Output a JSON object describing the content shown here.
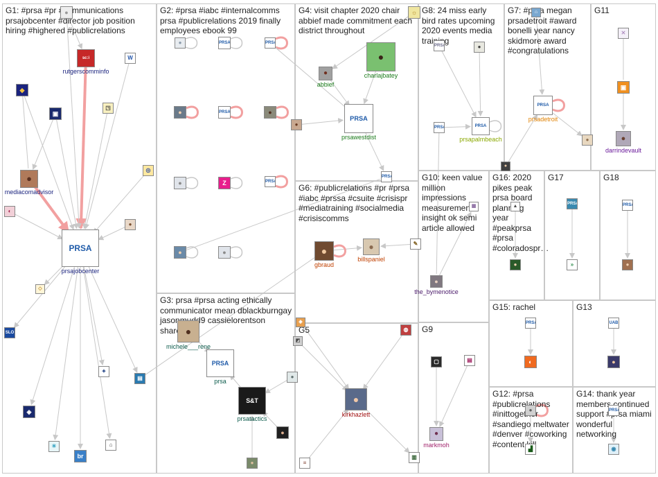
{
  "colors": {
    "edge": "#c8c8c8",
    "edge_strong": "#f2a0a0",
    "box_border": "#c8c8c8",
    "text": "#222222"
  },
  "groups": [
    {
      "id": "G1",
      "label": "G1: #prsa #pr #communications prsajobcenter #director job position hiring #highered #publicrelations"
    },
    {
      "id": "G2",
      "label": "G2: #prsa #iabc #internalcomms prsa #publicrelations 2019 finally employees ebook 99"
    },
    {
      "id": "G4",
      "label": "G4: visit chapter 2020 chair abbief made commitment each district throughout"
    },
    {
      "id": "G8",
      "label": "G8: 24 miss early bird rates upcoming 2020 events media training"
    },
    {
      "id": "G7",
      "label": "G7: #prsa megan prsadetroit #award bonelli year nancy skidmore award #congratulations"
    },
    {
      "id": "G11",
      "label": "G11"
    },
    {
      "id": "G6",
      "label": "G6: #publicrelations #pr #prsa #iabc #prssa #csuite #crisispr #mediatraining #socialmedia #crisiscomms"
    },
    {
      "id": "G10",
      "label": "G10: keen value million impressions measurement insight ok semi article allowed"
    },
    {
      "id": "G16",
      "label": "G16: 2020 pikes peak prsa board planning year #peakprsa #prsa #coloradospr…"
    },
    {
      "id": "G17",
      "label": "G17"
    },
    {
      "id": "G18",
      "label": "G18"
    },
    {
      "id": "G3",
      "label": "G3: prsa #prsa acting ethically communicator mean dblackburngay jasonmudd9 cassielorentson shared"
    },
    {
      "id": "G5",
      "label": "G5"
    },
    {
      "id": "G9",
      "label": "G9"
    },
    {
      "id": "G15",
      "label": "G15: rachel"
    },
    {
      "id": "G13",
      "label": "G13"
    },
    {
      "id": "G12",
      "label": "G12: #prsa #publicrelations #inittogether #sandiego meltwater #denver #coworking #content kill"
    },
    {
      "id": "G14",
      "label": "G14: thank year members continued support #prsa miami wonderful networking"
    }
  ],
  "nodes": [
    {
      "id": "rutgers",
      "label": "rutgerscomminfo",
      "icon": "sc-i-logo",
      "glyph": "sc:i",
      "color": "#1a237e",
      "bg": "#c62828",
      "fg": "#ffffff"
    },
    {
      "id": "mediacom",
      "label": "mediacomadvisor",
      "icon": "person-avatar",
      "glyph": "●",
      "color": "#1a237e",
      "bg": "#b07a5a",
      "fg": "#5a3020"
    },
    {
      "id": "jobcenter",
      "label": "prsajobcenter",
      "icon": "prsa-jobcenter-logo",
      "glyph": "PRSA",
      "color": "#1a237e",
      "bg": "#ffffff",
      "fg": "#1e5aa8"
    },
    {
      "id": "g1a",
      "label": "",
      "icon": "badge-icon",
      "glyph": "◆",
      "color": "",
      "bg": "#1a237e",
      "fg": "#f0c040"
    },
    {
      "id": "g1b",
      "label": "",
      "icon": "person-avatar",
      "glyph": "●",
      "color": "",
      "bg": "#eeeeee",
      "fg": "#999999"
    },
    {
      "id": "g1c",
      "label": "",
      "icon": "logo-icon",
      "glyph": "W",
      "color": "",
      "bg": "#ffffff",
      "fg": "#2255aa"
    },
    {
      "id": "g1d",
      "label": "",
      "icon": "logo-icon",
      "glyph": "▣",
      "color": "",
      "bg": "#1a2a6e",
      "fg": "#ffffff"
    },
    {
      "id": "g1e",
      "label": "",
      "icon": "logo-icon",
      "glyph": "◳",
      "color": "",
      "bg": "#f8f0c0",
      "fg": "#333333"
    },
    {
      "id": "g1f",
      "label": "",
      "icon": "seal-icon",
      "glyph": "◎",
      "color": "",
      "bg": "#ffe8a0",
      "fg": "#3050a0"
    },
    {
      "id": "g1g",
      "label": "",
      "icon": "logo-icon",
      "glyph": "◐",
      "color": "",
      "bg": "#f2d0d8",
      "fg": "#a0204a"
    },
    {
      "id": "g1h",
      "label": "",
      "icon": "person-avatar",
      "glyph": "●",
      "color": "",
      "bg": "#e9d8c8",
      "fg": "#7a5030"
    },
    {
      "id": "g1i",
      "label": "",
      "icon": "logo-icon",
      "glyph": "◇",
      "color": "",
      "bg": "#fff6d8",
      "fg": "#c09030"
    },
    {
      "id": "g1j",
      "label": "",
      "icon": "logo-icon",
      "glyph": "SLO",
      "color": "",
      "bg": "#1a4aa0",
      "fg": "#ffffff"
    },
    {
      "id": "g1k",
      "label": "",
      "icon": "logo-icon",
      "glyph": "✦",
      "color": "",
      "bg": "#ffffff",
      "fg": "#2a4a8a"
    },
    {
      "id": "g1l",
      "label": "",
      "icon": "logo-icon",
      "glyph": "▤",
      "color": "",
      "bg": "#2a7ab0",
      "fg": "#ffffff"
    },
    {
      "id": "g1m",
      "label": "",
      "icon": "logo-icon",
      "glyph": "◈",
      "color": "",
      "bg": "#1a2a6e",
      "fg": "#ffffff"
    },
    {
      "id": "g1n",
      "label": "",
      "icon": "logo-icon",
      "glyph": "☀",
      "color": "",
      "bg": "#e8f6f8",
      "fg": "#30a0c0"
    },
    {
      "id": "g1o",
      "label": "",
      "icon": "logo-icon",
      "glyph": "br",
      "color": "",
      "bg": "#3a80c8",
      "fg": "#ffffff"
    },
    {
      "id": "g1p",
      "label": "",
      "icon": "logo-icon",
      "glyph": "⌂",
      "color": "",
      "bg": "#ffffff",
      "fg": "#444444"
    },
    {
      "id": "g2a",
      "label": "",
      "icon": "person-avatar",
      "glyph": "●",
      "color": "",
      "bg": "#e8ecf0",
      "fg": "#8a9aaa"
    },
    {
      "id": "g2b",
      "label": "",
      "icon": "prsa-logo",
      "glyph": "PRSA",
      "color": "",
      "bg": "#ffffff",
      "fg": "#1e5aa8"
    },
    {
      "id": "g2c",
      "label": "",
      "icon": "prsa-logo",
      "glyph": "PRSA",
      "color": "",
      "bg": "#ffffff",
      "fg": "#1e5aa8"
    },
    {
      "id": "g2d",
      "label": "",
      "icon": "person-avatar",
      "glyph": "●",
      "color": "",
      "bg": "#6a7a8a",
      "fg": "#f0d0b0"
    },
    {
      "id": "g2e",
      "label": "",
      "icon": "prsa-logo",
      "glyph": "PRSA",
      "color": "",
      "bg": "#ffffff",
      "fg": "#1e5aa8"
    },
    {
      "id": "g2f",
      "label": "",
      "icon": "person-avatar",
      "glyph": "●",
      "color": "",
      "bg": "#8a8a7a",
      "fg": "#503020"
    },
    {
      "id": "g2g",
      "label": "",
      "icon": "person-avatar",
      "glyph": "●",
      "color": "",
      "bg": "#e0e4ea",
      "fg": "#8a8a8a"
    },
    {
      "id": "g2h",
      "label": "",
      "icon": "logo-icon",
      "glyph": "Z",
      "color": "",
      "bg": "#e81e8c",
      "fg": "#ffffff"
    },
    {
      "id": "g2i",
      "label": "",
      "icon": "prsa-logo",
      "glyph": "PRSA",
      "color": "",
      "bg": "#ffffff",
      "fg": "#1e5aa8"
    },
    {
      "id": "g2j",
      "label": "",
      "icon": "person-avatar",
      "glyph": "●",
      "color": "",
      "bg": "#6a8aa8",
      "fg": "#f0d0b0"
    },
    {
      "id": "g2k",
      "label": "",
      "icon": "person-avatar",
      "glyph": "●",
      "color": "",
      "bg": "#e0e4ea",
      "fg": "#8a8a8a"
    },
    {
      "id": "abbief",
      "label": "abbief",
      "icon": "person-avatar",
      "glyph": "●",
      "color": "#1a7a1a",
      "bg": "#a0a0a0",
      "fg": "#703020"
    },
    {
      "id": "charla",
      "label": "charlajbatey",
      "icon": "person-avatar",
      "glyph": "●",
      "color": "#1a7a1a",
      "bg": "#7ac070",
      "fg": "#3a2418"
    },
    {
      "id": "westdist",
      "label": "prsawestdist",
      "icon": "prsa-western-district-logo",
      "glyph": "PRSA",
      "color": "#1a7a1a",
      "bg": "#ffffff",
      "fg": "#1e5aa8"
    },
    {
      "id": "g4a",
      "label": "",
      "icon": "person-avatar",
      "glyph": "●",
      "color": "",
      "bg": "#c8a890",
      "fg": "#6a3a20"
    },
    {
      "id": "g4b",
      "label": "",
      "icon": "prsa-logo",
      "glyph": "PRSA",
      "color": "",
      "bg": "#ffffff",
      "fg": "#1e5aa8"
    },
    {
      "id": "g4c",
      "label": "",
      "icon": "logo-icon",
      "glyph": "☼",
      "color": "",
      "bg": "#f0e6a0",
      "fg": "#b08020"
    },
    {
      "id": "g8a",
      "label": "",
      "icon": "logo-icon",
      "glyph": "PRSA",
      "color": "",
      "bg": "#ffffff",
      "fg": "#6a6a8a"
    },
    {
      "id": "g8b",
      "label": "",
      "icon": "person-avatar",
      "glyph": "●",
      "color": "",
      "bg": "#e8e8e0",
      "fg": "#404040"
    },
    {
      "id": "g8c",
      "label": "",
      "icon": "prsa-logo",
      "glyph": "PRSA",
      "color": "",
      "bg": "#ffffff",
      "fg": "#1e5aa8"
    },
    {
      "id": "palmbeach",
      "label": "prsapalmbeach",
      "icon": "prsa-logo",
      "glyph": "PRSA",
      "color": "#8aa800",
      "bg": "#ffffff",
      "fg": "#1e5aa8"
    },
    {
      "id": "detroit",
      "label": "prsadetroit",
      "icon": "prsa-logo",
      "glyph": "PRSA",
      "color": "#e08000",
      "bg": "#ffffff",
      "fg": "#1e5aa8"
    },
    {
      "id": "g7a",
      "label": "",
      "icon": "logo-icon",
      "glyph": "⌂",
      "color": "",
      "bg": "#7aa8d0",
      "fg": "#ffffff"
    },
    {
      "id": "g7b",
      "label": "",
      "icon": "person-avatar",
      "glyph": "●",
      "color": "",
      "bg": "#e8d8c0",
      "fg": "#907050"
    },
    {
      "id": "g7c",
      "label": "",
      "icon": "person-avatar",
      "glyph": "●",
      "color": "",
      "bg": "#404040",
      "fg": "#e8c8a8"
    },
    {
      "id": "darrin",
      "label": "darrindevault",
      "icon": "person-avatar",
      "glyph": "●",
      "color": "#6a1a9a",
      "bg": "#b0a8b8",
      "fg": "#6a4030"
    },
    {
      "id": "g11a",
      "label": "",
      "icon": "logo-icon",
      "glyph": "✕",
      "color": "",
      "bg": "#f4f0f8",
      "fg": "#b090c0"
    },
    {
      "id": "g11b",
      "label": "",
      "icon": "logo-icon",
      "glyph": "▣",
      "color": "",
      "bg": "#f09020",
      "fg": "#ffffff"
    },
    {
      "id": "gbraud",
      "label": "gbraud",
      "icon": "person-avatar",
      "glyph": "●",
      "color": "#c04000",
      "bg": "#704a30",
      "fg": "#f0c8a0"
    },
    {
      "id": "bills",
      "label": "billspaniel",
      "icon": "person-avatar",
      "glyph": "●",
      "color": "#c04000",
      "bg": "#d8c8b0",
      "fg": "#8a6a50"
    },
    {
      "id": "g6a",
      "label": "",
      "icon": "logo-icon",
      "glyph": "✎",
      "color": "",
      "bg": "#ffffff",
      "fg": "#806020"
    },
    {
      "id": "bymen",
      "label": "the_bymenotice",
      "icon": "person-avatar",
      "glyph": "●",
      "color": "#4a1a6a",
      "bg": "#807880",
      "fg": "#e8d0c0"
    },
    {
      "id": "g10a",
      "label": "",
      "icon": "logo-icon",
      "glyph": "▦",
      "color": "",
      "bg": "#ffffff",
      "fg": "#8a6aa0"
    },
    {
      "id": "g16a",
      "label": "",
      "icon": "person-avatar",
      "glyph": "●",
      "color": "",
      "bg": "#2a5a2a",
      "fg": "#f0d0b0"
    },
    {
      "id": "g16b",
      "label": "",
      "icon": "logo-icon",
      "glyph": "▲",
      "color": "",
      "bg": "#ffffff",
      "fg": "#4a4a4a"
    },
    {
      "id": "g17a",
      "label": "",
      "icon": "prsa-logo",
      "glyph": "PRSA",
      "color": "",
      "bg": "#3a8ab0",
      "fg": "#ffffff"
    },
    {
      "id": "g17b",
      "label": "",
      "icon": "logo-icon",
      "glyph": "»",
      "color": "",
      "bg": "#ffffff",
      "fg": "#2a8a4a"
    },
    {
      "id": "g18a",
      "label": "",
      "icon": "prsa-logo",
      "glyph": "PRSA",
      "color": "",
      "bg": "#ffffff",
      "fg": "#1e5aa8"
    },
    {
      "id": "g18b",
      "label": "",
      "icon": "person-avatar",
      "glyph": "●",
      "color": "",
      "bg": "#a07050",
      "fg": "#f0d0b0"
    },
    {
      "id": "michele",
      "label": "michele___rene",
      "icon": "person-avatar",
      "glyph": "●",
      "color": "#0a5a4a",
      "bg": "#c8b090",
      "fg": "#503020"
    },
    {
      "id": "prsa",
      "label": "prsa",
      "icon": "prsa-logo",
      "glyph": "PRSA",
      "color": "#0a5a4a",
      "bg": "#ffffff",
      "fg": "#1e5aa8"
    },
    {
      "id": "tactics",
      "label": "prsatactics",
      "icon": "strategies-tactics-logo",
      "glyph": "S&T",
      "color": "#0a5a4a",
      "bg": "#1a1a1a",
      "fg": "#ffffff"
    },
    {
      "id": "g3a",
      "label": "",
      "icon": "person-avatar",
      "glyph": "●",
      "color": "",
      "bg": "#e0e8e8",
      "fg": "#607070"
    },
    {
      "id": "g3b",
      "label": "",
      "icon": "person-avatar",
      "glyph": "●",
      "color": "",
      "bg": "#202020",
      "fg": "#e0b090"
    },
    {
      "id": "g3c",
      "label": "",
      "icon": "person-avatar",
      "glyph": "●",
      "color": "",
      "bg": "#7a8a6a",
      "fg": "#e0c0a0"
    },
    {
      "id": "kirk",
      "label": "kirkhazlett",
      "icon": "person-avatar",
      "glyph": "●",
      "color": "#a01010",
      "bg": "#5a6a8a",
      "fg": "#f0c8a8"
    },
    {
      "id": "g5a",
      "label": "",
      "icon": "logo-icon",
      "glyph": "◈",
      "color": "",
      "bg": "#e8a050",
      "fg": "#ffffff"
    },
    {
      "id": "g5b",
      "label": "",
      "icon": "logo-icon",
      "glyph": "◩",
      "color": "",
      "bg": "#d0d0d0",
      "fg": "#4a4a4a"
    },
    {
      "id": "g5c",
      "label": "",
      "icon": "logo-icon",
      "glyph": "≡",
      "color": "",
      "bg": "#ffffff",
      "fg": "#804030"
    },
    {
      "id": "g5d",
      "label": "",
      "icon": "logo-icon",
      "glyph": "▥",
      "color": "",
      "bg": "#ffffff",
      "fg": "#2a5a2a"
    },
    {
      "id": "g5e",
      "label": "",
      "icon": "logo-icon",
      "glyph": "◍",
      "color": "",
      "bg": "#c04040",
      "fg": "#ffffff"
    },
    {
      "id": "markmoh",
      "label": "markmoh",
      "icon": "person-avatar",
      "glyph": "●",
      "color": "#a0206a",
      "bg": "#c8c0d8",
      "fg": "#703050"
    },
    {
      "id": "g9a",
      "label": "",
      "icon": "logo-icon",
      "glyph": "▢",
      "color": "",
      "bg": "#2a2a2a",
      "fg": "#ffffff"
    },
    {
      "id": "g9b",
      "label": "",
      "icon": "logo-icon",
      "glyph": "▤",
      "color": "",
      "bg": "#ffffff",
      "fg": "#a02060"
    },
    {
      "id": "g15a",
      "label": "",
      "icon": "prsa-logo",
      "glyph": "PRSA",
      "color": "",
      "bg": "#ffffff",
      "fg": "#1e5aa8"
    },
    {
      "id": "g15b",
      "label": "",
      "icon": "logo-icon",
      "glyph": "◐",
      "color": "",
      "bg": "#f06a20",
      "fg": "#ffffff"
    },
    {
      "id": "g13a",
      "label": "",
      "icon": "logo-icon",
      "glyph": "UAB",
      "color": "",
      "bg": "#ffffff",
      "fg": "#1e5aa8"
    },
    {
      "id": "g13b",
      "label": "",
      "icon": "person-avatar",
      "glyph": "●",
      "color": "",
      "bg": "#3a3a6a",
      "fg": "#f0c8a0"
    },
    {
      "id": "g12a",
      "label": "",
      "icon": "person-avatar",
      "glyph": "●",
      "color": "",
      "bg": "#d0d0d0",
      "fg": "#606060"
    },
    {
      "id": "g12b",
      "label": "",
      "icon": "logo-icon",
      "glyph": "▟",
      "color": "",
      "bg": "#ffffff",
      "fg": "#1a5a1a"
    },
    {
      "id": "g14a",
      "label": "",
      "icon": "prsa-logo",
      "glyph": "PRSA",
      "color": "",
      "bg": "#ffffff",
      "fg": "#1e5aa8"
    },
    {
      "id": "g14b",
      "label": "",
      "icon": "logo-icon",
      "glyph": "◉",
      "color": "",
      "bg": "#e0f0f8",
      "fg": "#3a8ab0"
    }
  ]
}
